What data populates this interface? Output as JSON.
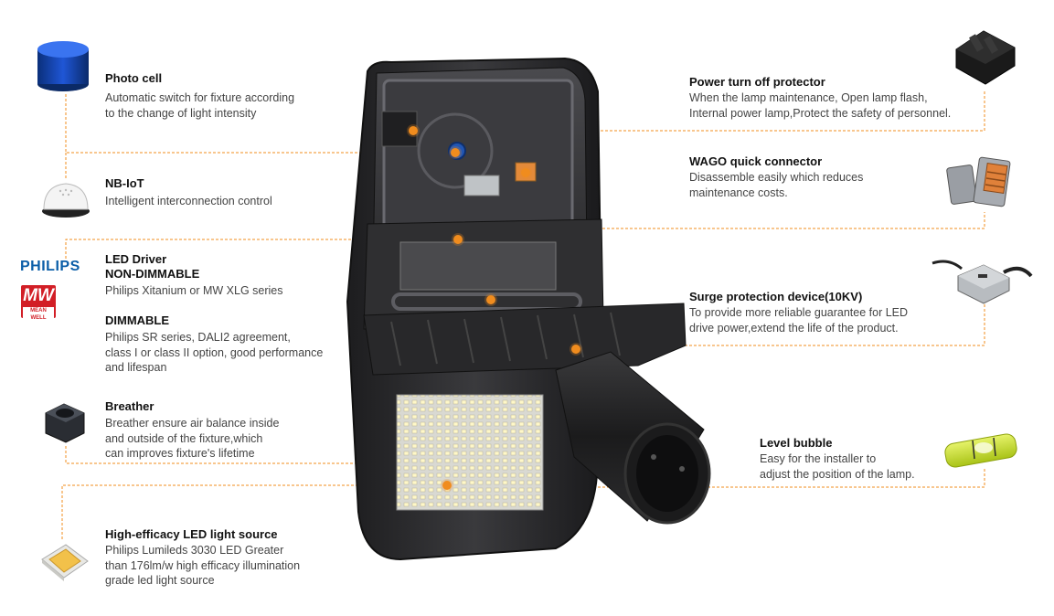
{
  "features": {
    "photo_cell": {
      "title": "Photo cell",
      "desc_1": "Automatic switch for fixture according",
      "desc_2": "to the change of light intensity"
    },
    "nb_iot": {
      "title": "NB-IoT",
      "desc_1": "Intelligent interconnection control"
    },
    "led_driver": {
      "title": "LED Driver",
      "subtitle_non_dimmable": "NON-DIMMABLE",
      "non_dimmable_desc": "Philips Xitanium or MW XLG series",
      "subtitle_dimmable": "DIMMABLE",
      "dimmable_desc_1": "Philips SR series, DALI2 agreement,",
      "dimmable_desc_2": "class I or class II option, good performance",
      "dimmable_desc_3": "and lifespan",
      "brand_philips": "PHILIPS",
      "brand_mw_logo": "MW",
      "brand_mw_text": "MEAN WELL"
    },
    "breather": {
      "title": "Breather",
      "desc_1": "Breather ensure air balance inside",
      "desc_2": "and outside of the fixture,which",
      "desc_3": "can improves fixture's lifetime"
    },
    "led_source": {
      "title": "High-efficacy LED light source",
      "desc_1": "Philips Lumileds 3030 LED Greater",
      "desc_2": "than 176lm/w high efficacy illumination",
      "desc_3": "grade led light source"
    },
    "power_protector": {
      "title": "Power turn off protector",
      "desc_1": "When the lamp maintenance, Open lamp flash,",
      "desc_2": "Internal power lamp,Protect the safety of personnel."
    },
    "wago": {
      "title": "WAGO quick connector",
      "desc_1": "Disassemble easily which reduces",
      "desc_2": "maintenance costs."
    },
    "surge": {
      "title": "Surge protection device(10KV)",
      "desc_1": "To provide more reliable guarantee for LED",
      "desc_2": "drive power,extend the life of the product."
    },
    "level_bubble": {
      "title": "Level bubble",
      "desc_1": "Easy for the installer to",
      "desc_2": "adjust the position of the lamp."
    }
  },
  "colors": {
    "leader": "#f08c1e",
    "housing": "#2b2b2d",
    "philips_blue": "#0b5ea8",
    "meanwell_red": "#d21e26"
  },
  "icons": {
    "photo_cell": "photo-cell-icon",
    "nb_iot": "nb-iot-module-icon",
    "breather": "breather-valve-icon",
    "led_source": "led-chip-icon",
    "power_protector": "power-switch-icon",
    "wago": "wago-connector-icon",
    "surge": "surge-protector-icon",
    "level_bubble": "level-bubble-icon",
    "fixture": "street-light-fixture-icon"
  }
}
